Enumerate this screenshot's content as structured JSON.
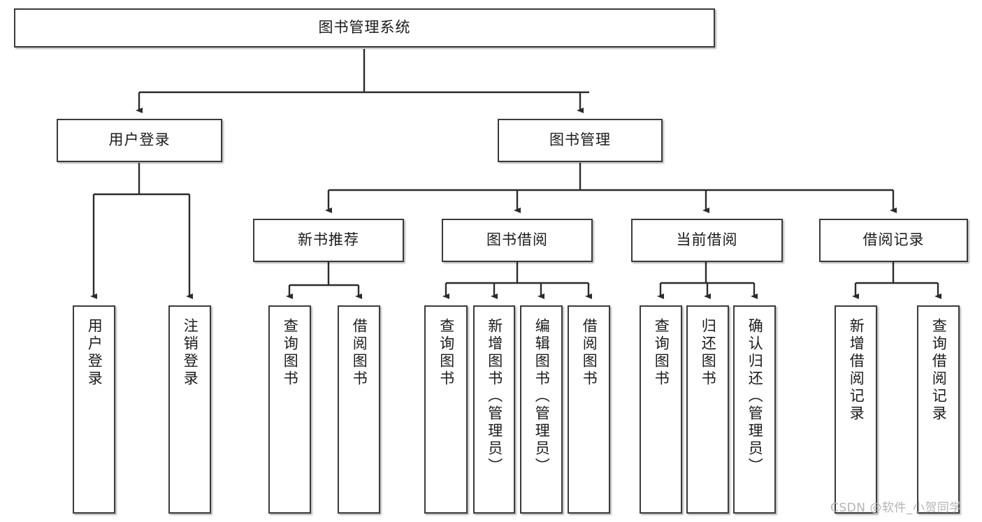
{
  "diagram": {
    "type": "tree",
    "title": "图书管理系统",
    "orientation": "top-down",
    "colors": {
      "box_border": "#3b3b3b",
      "box_fill": "#ffffff",
      "edge": "#2b2b2b",
      "text": "#1b1b1b",
      "watermark": "#b4b4b4",
      "background": "#ffffff"
    }
  },
  "watermark": {
    "text": "CSDN @软件_小贺同学"
  },
  "nodes": {
    "root": {
      "id": "root",
      "label": "图书管理系统",
      "level": 1,
      "text_direction": "horizontal"
    },
    "level2": [
      {
        "id": "user-login",
        "label": "用户登录",
        "level": 2,
        "text_direction": "horizontal"
      },
      {
        "id": "book-manage",
        "label": "图书管理",
        "level": 2,
        "text_direction": "horizontal"
      }
    ],
    "level3": [
      {
        "id": "new-book-recommend",
        "label": "新书推荐",
        "level": 3,
        "text_direction": "horizontal",
        "parent": "book-manage"
      },
      {
        "id": "book-borrow",
        "label": "图书借阅",
        "level": 3,
        "text_direction": "horizontal",
        "parent": "book-manage"
      },
      {
        "id": "current-borrow",
        "label": "当前借阅",
        "level": 3,
        "text_direction": "horizontal",
        "parent": "book-manage"
      },
      {
        "id": "borrow-record",
        "label": "借阅记录",
        "level": 3,
        "text_direction": "horizontal",
        "parent": "book-manage"
      }
    ],
    "leaves": [
      {
        "id": "leaf-user-login",
        "label": "用户登录",
        "parent": "user-login",
        "text_direction": "vertical"
      },
      {
        "id": "leaf-logout",
        "label": "注销登录",
        "parent": "user-login",
        "text_direction": "vertical"
      },
      {
        "id": "leaf-query-book-1",
        "label": "查询图书",
        "parent": "new-book-recommend",
        "text_direction": "vertical"
      },
      {
        "id": "leaf-borrow-book-1",
        "label": "借阅图书",
        "parent": "new-book-recommend",
        "text_direction": "vertical"
      },
      {
        "id": "leaf-query-book-2",
        "label": "查询图书",
        "parent": "book-borrow",
        "text_direction": "vertical"
      },
      {
        "id": "leaf-add-book",
        "label": "新增图书（管理员）",
        "parent": "book-borrow",
        "text_direction": "vertical"
      },
      {
        "id": "leaf-edit-book",
        "label": "编辑图书（管理员）",
        "parent": "book-borrow",
        "text_direction": "vertical"
      },
      {
        "id": "leaf-borrow-book-2",
        "label": "借阅图书",
        "parent": "book-borrow",
        "text_direction": "vertical"
      },
      {
        "id": "leaf-query-book-3",
        "label": "查询图书",
        "parent": "current-borrow",
        "text_direction": "vertical"
      },
      {
        "id": "leaf-return-book",
        "label": "归还图书",
        "parent": "current-borrow",
        "text_direction": "vertical"
      },
      {
        "id": "leaf-confirm-return",
        "label": "确认归还（管理员）",
        "parent": "current-borrow",
        "text_direction": "vertical"
      },
      {
        "id": "leaf-add-record",
        "label": "新增借阅记录",
        "parent": "borrow-record",
        "text_direction": "vertical"
      },
      {
        "id": "leaf-query-record",
        "label": "查询借阅记录",
        "parent": "borrow-record",
        "text_direction": "vertical"
      }
    ]
  },
  "edges": [
    {
      "from": "root",
      "to": "user-login"
    },
    {
      "from": "root",
      "to": "book-manage"
    },
    {
      "from": "user-login",
      "to": "leaf-user-login"
    },
    {
      "from": "user-login",
      "to": "leaf-logout"
    },
    {
      "from": "book-manage",
      "to": "new-book-recommend"
    },
    {
      "from": "book-manage",
      "to": "book-borrow"
    },
    {
      "from": "book-manage",
      "to": "current-borrow"
    },
    {
      "from": "book-manage",
      "to": "borrow-record"
    },
    {
      "from": "new-book-recommend",
      "to": "leaf-query-book-1"
    },
    {
      "from": "new-book-recommend",
      "to": "leaf-borrow-book-1"
    },
    {
      "from": "book-borrow",
      "to": "leaf-query-book-2"
    },
    {
      "from": "book-borrow",
      "to": "leaf-add-book"
    },
    {
      "from": "book-borrow",
      "to": "leaf-edit-book"
    },
    {
      "from": "book-borrow",
      "to": "leaf-borrow-book-2"
    },
    {
      "from": "current-borrow",
      "to": "leaf-query-book-3"
    },
    {
      "from": "current-borrow",
      "to": "leaf-return-book"
    },
    {
      "from": "current-borrow",
      "to": "leaf-confirm-return"
    },
    {
      "from": "borrow-record",
      "to": "leaf-add-record"
    },
    {
      "from": "borrow-record",
      "to": "leaf-query-record"
    }
  ]
}
